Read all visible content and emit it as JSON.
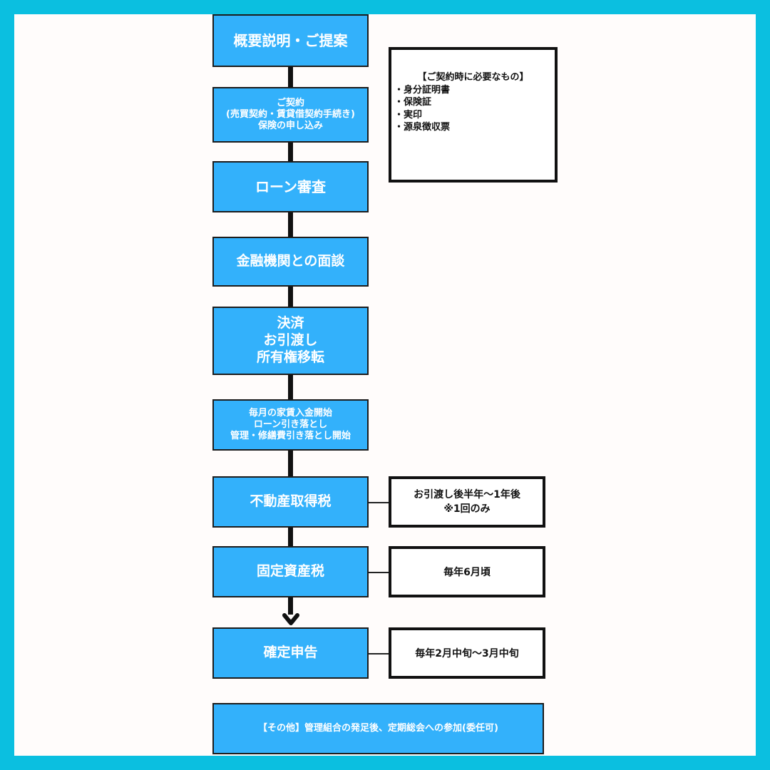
{
  "steps": {
    "s1": [
      "概要説明・ご提案"
    ],
    "s2": [
      "ご契約",
      "(売買契約・賃貸借契約手続き)",
      "保険の申し込み"
    ],
    "s3": [
      "ローン審査"
    ],
    "s4": [
      "金融機関との面談"
    ],
    "s5": [
      "決済",
      "お引渡し",
      "所有権移転"
    ],
    "s6": [
      "毎月の家賃入金開始",
      "ローン引き落とし",
      "管理・修繕費引き落とし開始"
    ],
    "s7": [
      "不動産取得税"
    ],
    "s8": [
      "固定資産税"
    ],
    "s9": [
      "確定申告"
    ],
    "s10": [
      "【その他】管理組合の発足後、定期総会への参加(委任可)"
    ]
  },
  "notes": {
    "contract": {
      "title": "【ご契約時に必要なもの】",
      "items": [
        "・身分証明書",
        "・保険証",
        "・実印",
        "・源泉徴収票"
      ]
    },
    "acquisition_tax": [
      "お引渡し後半年〜1年後",
      "※1回のみ"
    ],
    "property_tax": [
      "毎年6月頃"
    ],
    "tax_return": [
      "毎年2月中旬〜3月中旬"
    ]
  },
  "colors": {
    "outer_border": "#0bbfe0",
    "step_fill": "#33b1fb",
    "connector": "#111111"
  }
}
